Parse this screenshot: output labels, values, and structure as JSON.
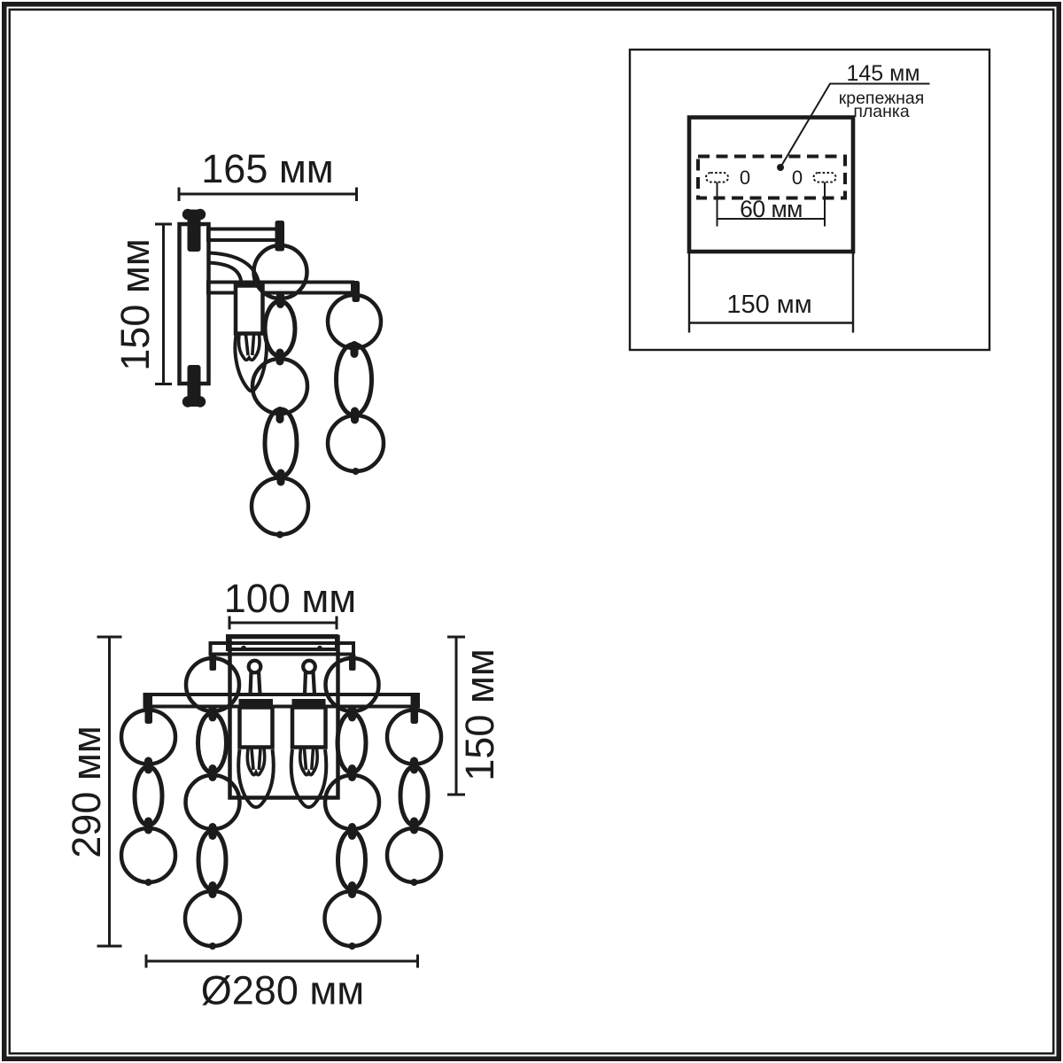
{
  "colors": {
    "ink": "#1b1b1b",
    "paper": "#ffffff"
  },
  "side_view": {
    "width_label": "165 мм",
    "height_label": "150 мм"
  },
  "front_view": {
    "top_width_label": "100 мм",
    "height_label": "290 мм",
    "body_height_label": "150 мм",
    "diameter_label": "Ø280 мм"
  },
  "inset": {
    "bracket_length_label": "145 мм",
    "bracket_name_line1": "крепежная",
    "bracket_name_line2": "планка",
    "hole_spacing_label": "60 мм",
    "plate_width_label": "150 мм",
    "keyhole_left": "0",
    "keyhole_right": "0"
  }
}
